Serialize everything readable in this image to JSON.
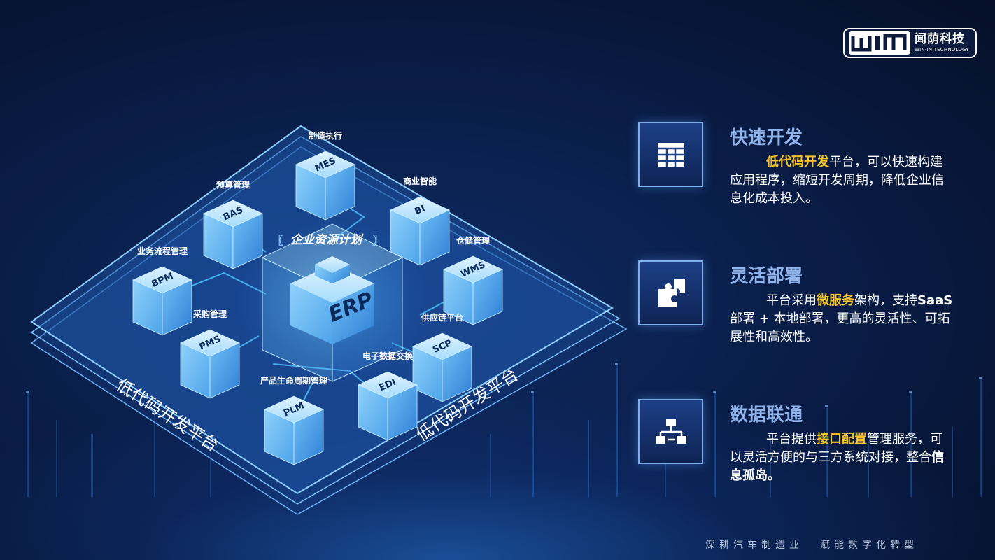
{
  "logo": {
    "mark": "WIN",
    "name_cn": "闻荫科技",
    "name_en": "WIN-IN TECHNOLOGY"
  },
  "diagram": {
    "center_title": "企业资源计划",
    "center_code": "ERP",
    "platform_label_left": "低代码开发平台",
    "platform_label_right": "低代码开发平台",
    "modules": [
      {
        "code": "MES",
        "label": "制造执行"
      },
      {
        "code": "BAS",
        "label": "预算管理"
      },
      {
        "code": "BI",
        "label": "商业智能"
      },
      {
        "code": "WMS",
        "label": "仓储管理"
      },
      {
        "code": "BPM",
        "label": "业务流程管理"
      },
      {
        "code": "PMS",
        "label": "采购管理"
      },
      {
        "code": "SCP",
        "label": "供应链平台"
      },
      {
        "code": "EDI",
        "label": "电子数据交换"
      },
      {
        "code": "PLM",
        "label": "产品生命周期管理"
      }
    ]
  },
  "features": [
    {
      "title": "快速开发",
      "icon": "grid-icon",
      "hl": "低代码开发",
      "body": "平台，可以快速构建应用程序，缩短开发周期，降低企业信息化成本投入。"
    },
    {
      "title": "灵活部署",
      "icon": "puzzle-icon",
      "pre": "平台采用",
      "hl": "微服务",
      "mid": "架构，支持",
      "bold": "SaaS",
      "body": "部署 + 本地部署，更高的灵活性、可拓展性和高效性。"
    },
    {
      "title": "数据联通",
      "icon": "network-icon",
      "pre": "平台提供",
      "hl": "接口配置",
      "mid": "管理服务，可以灵活方便的与三方系统对接，整合",
      "bold": "信息孤岛。"
    }
  ],
  "slogan": {
    "left": "深耕汽车制造业",
    "right": "赋能数字化转型"
  },
  "colors": {
    "accent": "#f6c42d",
    "title": "#8fb3ea",
    "cube": "#7fc6f6"
  }
}
